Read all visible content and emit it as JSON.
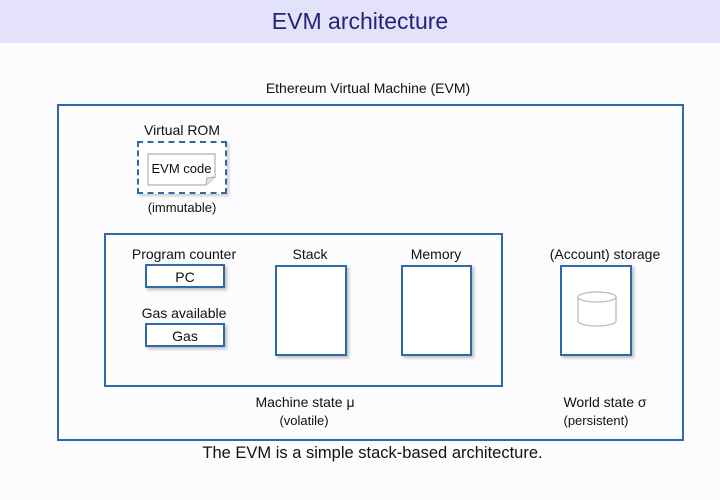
{
  "header": {
    "title": "EVM architecture"
  },
  "diagram": {
    "evm_label": "Ethereum Virtual Machine (EVM)",
    "virtual_rom": {
      "label": "Virtual ROM",
      "document_label": "EVM code",
      "note": "(immutable)"
    },
    "machine_state": {
      "program_counter_label": "Program counter",
      "program_counter_box": "PC",
      "gas_label": "Gas available",
      "gas_box": "Gas",
      "stack_label": "Stack",
      "memory_label": "Memory",
      "label": "Machine state  μ",
      "note": "(volatile)"
    },
    "world_state": {
      "storage_label": "(Account) storage",
      "storage_icon": "database-cylinder-icon",
      "label": "World state  σ",
      "note": "(persistent)"
    },
    "colors": {
      "header_bg": "#e4e1fb",
      "title": "#23237a",
      "box_border": "#2f6aa6"
    }
  },
  "caption": "The EVM is a simple stack-based architecture."
}
